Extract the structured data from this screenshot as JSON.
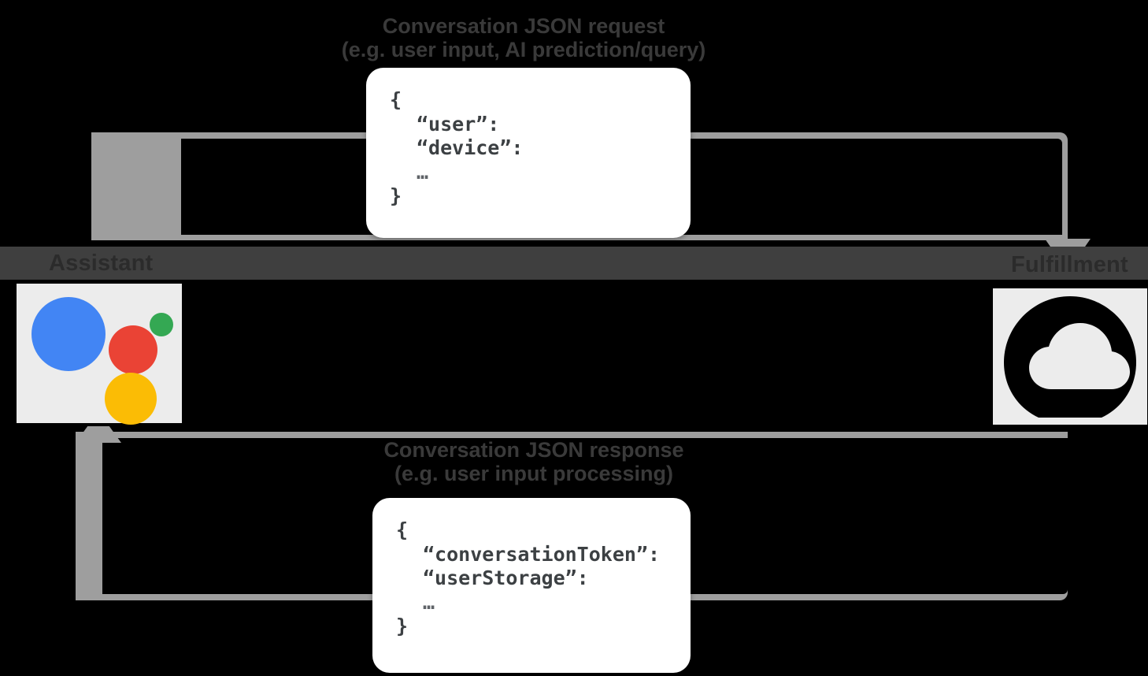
{
  "diagram": {
    "title": "Conversation JSON request / response flow",
    "nodes": [
      {
        "id": "assistant",
        "label": "Assistant",
        "icon": "google-assistant-icon"
      },
      {
        "id": "fulfillment",
        "label": "Fulfillment",
        "icon": "cloud-functions-icon"
      }
    ],
    "edges": [
      {
        "id": "request",
        "caption_main": "Conversation JSON request",
        "caption_sub": "(e.g. user input, AI prediction/query)",
        "direction": "assistant-to-fulfillment"
      },
      {
        "id": "response",
        "caption_main": "Conversation JSON response",
        "caption_sub": "(e.g. user input processing)",
        "direction": "fulfillment-to-assistant"
      }
    ],
    "json_cards": [
      {
        "id": "request-payload",
        "lines": [
          {
            "text": "{",
            "indent": false,
            "ellipsis": false
          },
          {
            "text": "“user”:",
            "indent": true,
            "ellipsis": false
          },
          {
            "text": "“device”:",
            "indent": true,
            "ellipsis": false
          },
          {
            "text": "…",
            "indent": false,
            "ellipsis": true
          },
          {
            "text": "}",
            "indent": false,
            "ellipsis": false
          }
        ]
      },
      {
        "id": "response-payload",
        "lines": [
          {
            "text": "{",
            "indent": false,
            "ellipsis": false
          },
          {
            "text": "“conversationToken”:",
            "indent": true,
            "ellipsis": false
          },
          {
            "text": "“userStorage”:",
            "indent": true,
            "ellipsis": false
          },
          {
            "text": "…",
            "indent": false,
            "ellipsis": true
          },
          {
            "text": "}",
            "indent": false,
            "ellipsis": false
          }
        ]
      }
    ],
    "colors": {
      "background": "#000000",
      "band": "#9e9e9e",
      "strip": "#3f3f3f",
      "icon_tile": "#ececec",
      "google_blue": "#4285F4",
      "google_red": "#EA4335",
      "google_green": "#34A853",
      "google_yellow": "#FBBC05",
      "card_background": "#ffffff",
      "card_text": "#3c4043",
      "label_text": "#2b2b2b"
    }
  }
}
